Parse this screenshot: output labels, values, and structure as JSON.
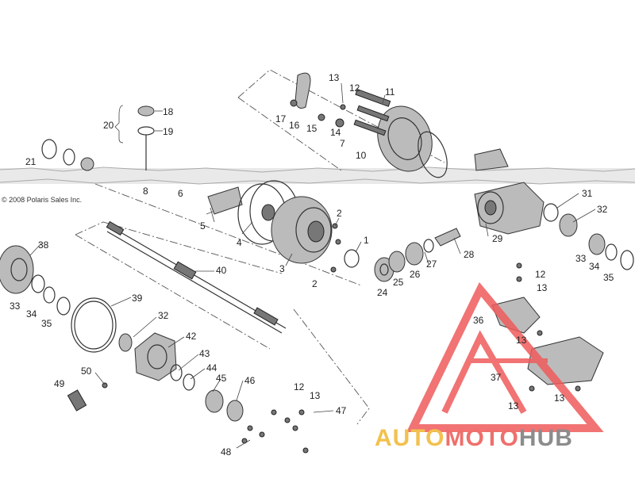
{
  "copyright": "© 2008 Polaris Sales Inc.",
  "watermark": {
    "part1": "AUTO",
    "part2": "MOTO",
    "part3": "HUB",
    "color_auto": "#f2c14e",
    "color_moto": "#ef6f6c",
    "color_hub": "#8c8c8c",
    "logo_color": "#ef5b5b"
  },
  "callouts": {
    "c1": "1",
    "c2a": "2",
    "c2b": "2",
    "c3": "3",
    "c4": "4",
    "c5": "5",
    "c6": "6",
    "c7": "7",
    "c8": "8",
    "c10": "10",
    "c11": "11",
    "c12a": "12",
    "c12b": "12",
    "c12c": "12",
    "c13a": "13",
    "c13b": "13",
    "c13c": "13",
    "c13d": "13",
    "c13e": "13",
    "c13f": "13",
    "c14": "14",
    "c15": "15",
    "c16": "16",
    "c17": "17",
    "c18": "18",
    "c19": "19",
    "c20": "20",
    "c21": "21",
    "c24": "24",
    "c25": "25",
    "c26": "26",
    "c27": "27",
    "c28": "28",
    "c29": "29",
    "c31": "31",
    "c32a": "32",
    "c32b": "32",
    "c33a": "33",
    "c33b": "33",
    "c34a": "34",
    "c34b": "34",
    "c35a": "35",
    "c35b": "35",
    "c36": "36",
    "c37": "37",
    "c38": "38",
    "c39": "39",
    "c40": "40",
    "c42": "42",
    "c43": "43",
    "c44": "44",
    "c45": "45",
    "c46": "46",
    "c47": "47",
    "c48": "48",
    "c49": "49",
    "c50": "50"
  }
}
